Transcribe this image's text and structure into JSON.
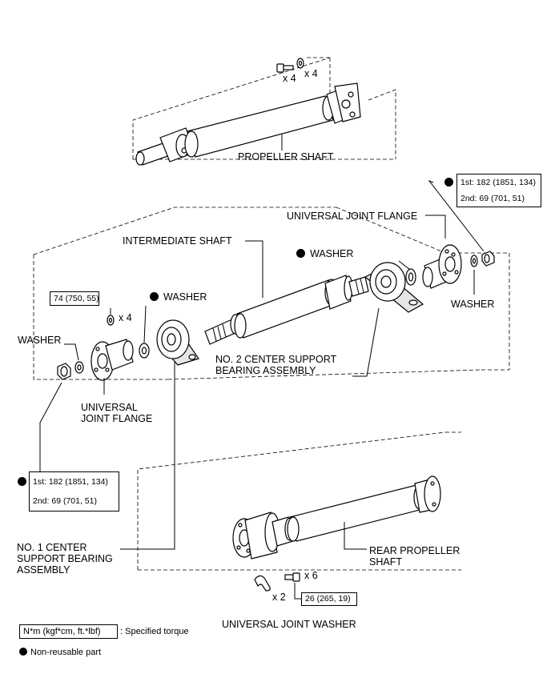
{
  "labels": {
    "propeller_shaft": "PROPELLER SHAFT",
    "universal_joint_flange_top": "UNIVERSAL JOINT FLANGE",
    "intermediate_shaft": "INTERMEDIATE SHAFT",
    "washer_nr_right": "WASHER",
    "washer_right": "WASHER",
    "washer_nr_left": "WASHER",
    "washer_left": "WASHER",
    "universal_joint_flange_left_1": "UNIVERSAL",
    "universal_joint_flange_left_2": "JOINT FLANGE",
    "no2_center_support_1": "NO. 2 CENTER SUPPORT",
    "no2_center_support_2": "BEARING ASSEMBLY",
    "no1_center_support_1": "NO. 1 CENTER",
    "no1_center_support_2": "SUPPORT BEARING",
    "no1_center_support_3": "ASSEMBLY",
    "rear_propeller_1": "REAR PROPELLER",
    "rear_propeller_2": "SHAFT",
    "universal_joint_washer": "UNIVERSAL JOINT WASHER"
  },
  "quantities": {
    "top_bolt": "x 4",
    "top_washer": "x 4",
    "left_nut": "x 4",
    "rear_bolt": "x 6",
    "rear_washer": "x 2"
  },
  "torque": {
    "top_right_1": "1st: 182 (1851, 134)",
    "top_right_2": "2nd: 69 (701, 51)",
    "left_nut": "74 (750, 55)",
    "left_low_1": "1st: 182 (1851, 134)",
    "left_low_2": "2nd: 69 (701, 51)",
    "rear_bolt": "26 (265, 19)"
  },
  "legend": {
    "unit_box": "N*m (kgf*cm, ft.*lbf)",
    "unit_desc": ": Specified torque",
    "non_reusable": "Non-reusable part"
  },
  "colors": {
    "line": "#000000",
    "part_fill": "#ffffff",
    "shade": "#e6e6e6"
  }
}
